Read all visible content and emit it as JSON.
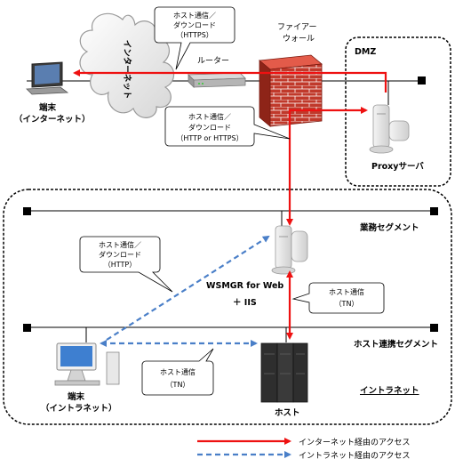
{
  "zones": {
    "dmz_label": "DMZ",
    "business_segment_label": "業務セグメント",
    "host_link_segment_label": "ホスト連携セグメント",
    "intranet_label": "イントラネット"
  },
  "nodes": {
    "internet_cloud": "インターネット",
    "router": "ルーター",
    "firewall_line1": "ファイアー",
    "firewall_line2": "ウォール",
    "proxy": "Proxyサーバ",
    "terminal_internet_line1": "端末",
    "terminal_internet_line2": "（インターネット）",
    "wsmgr_line1": "WSMGR for Web",
    "wsmgr_line2": "＋ IIS",
    "terminal_intranet_line1": "端末",
    "terminal_intranet_line2": "（イントラネット）",
    "host": "ホスト"
  },
  "callouts": {
    "https_top": [
      "ホスト通信／",
      "ダウンロード",
      "（HTTPS）"
    ],
    "http_or_https": [
      "ホスト通信／",
      "ダウンロード",
      "（HTTP or HTTPS）"
    ],
    "http_intranet": [
      "ホスト通信／",
      "ダウンロード",
      "（HTTP）"
    ],
    "tn_wsmgr": [
      "ホスト通信",
      "（TN）"
    ],
    "tn_terminal": [
      "ホスト通信",
      "（TN）"
    ]
  },
  "legend": {
    "internet_path": "インターネット経由のアクセス",
    "intranet_path": "イントラネット経由のアクセス"
  },
  "colors": {
    "internet_path": "#ee1111",
    "intranet_path": "#4a7fc8",
    "line": "#000000"
  }
}
